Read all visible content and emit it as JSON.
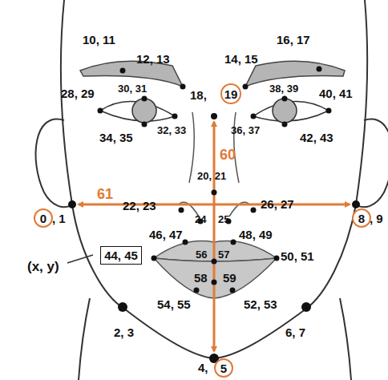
{
  "diagram": {
    "nodes": [
      {
        "text": [
          "19"
        ]
      },
      {
        "text": [
          "0"
        ]
      },
      {
        "text": [
          "8"
        ]
      },
      {
        "text": [
          "5"
        ]
      },
      {
        "text": [
          "44, 45"
        ]
      }
    ],
    "labels": [
      "10, 11",
      "12, 13",
      "14, 15",
      "16, 17",
      "28, 29",
      "30, 31",
      "18,",
      "38, 39",
      "40, 41",
      "32, 33",
      "36, 37",
      "34, 35",
      "42, 43",
      "60",
      "20, 21",
      "61",
      "22, 23",
      "26, 27",
      ", 1",
      ", 9",
      "24",
      "25",
      "46, 47",
      "48, 49",
      "(x, y)",
      "56",
      "57",
      "50, 51",
      "58",
      "59",
      "54, 55",
      "52, 53",
      "2, 3",
      "6, 7",
      "4,"
    ]
  }
}
